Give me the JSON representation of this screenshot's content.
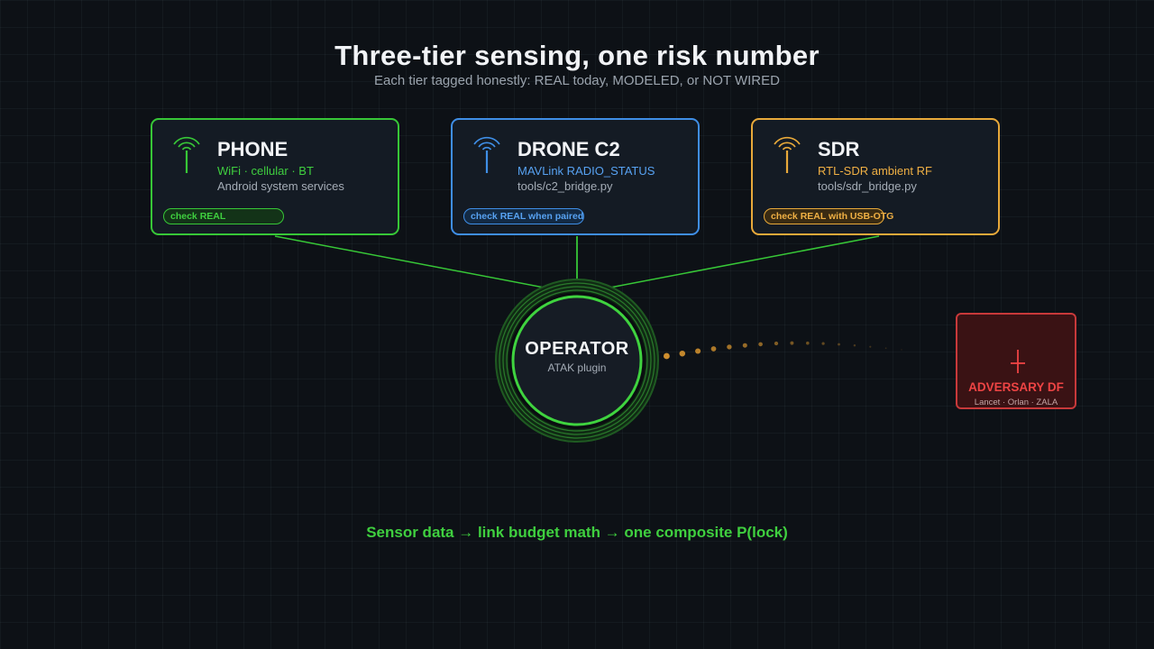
{
  "title": "Three-tier sensing, one risk number",
  "subtitle": "Each tier tagged honestly: REAL today, MODELED, or NOT WIRED",
  "tiers": [
    {
      "name": "PHONE",
      "sources": "WiFi · cellular · BT",
      "detail": "Android system services",
      "status": "check  REAL",
      "color": "#37c737",
      "icon": "antenna-icon"
    },
    {
      "name": "DRONE C2",
      "sources": "MAVLink RADIO_STATUS",
      "detail": "tools/c2_bridge.py",
      "status": "check  REAL when paired",
      "color": "#3f8ee6",
      "icon": "antenna-icon"
    },
    {
      "name": "SDR",
      "sources": "RTL-SDR ambient RF",
      "detail": "tools/sdr_bridge.py",
      "status": "check  REAL with USB-OTG",
      "color": "#e8a93a",
      "icon": "antenna-icon"
    }
  ],
  "operator": {
    "label": "OPERATOR",
    "sub": "ATAK plugin",
    "color": "#37c737"
  },
  "adversary": {
    "label": "ADVERSARY DF",
    "sub": "Lancet · Orlan · ZALA",
    "color": "#c8393a",
    "icon": "crosshair-icon"
  },
  "footer": "Sensor data  →  link budget math  →  one composite P(lock)"
}
